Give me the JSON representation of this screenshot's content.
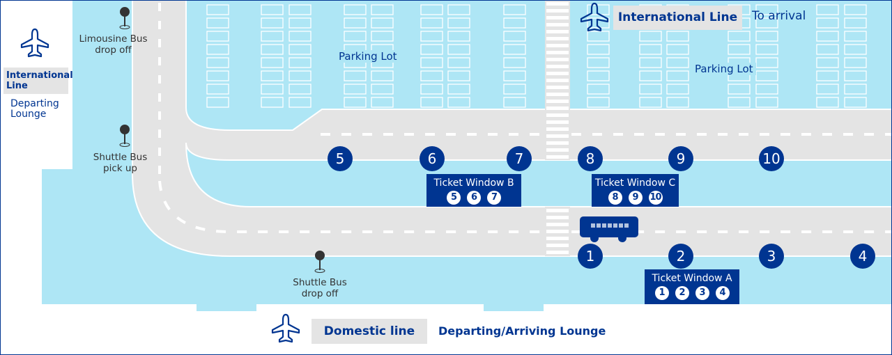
{
  "left_panel": {
    "title": "International Line",
    "subtitle": "Departing Lounge"
  },
  "top_bar": {
    "title": "International Line",
    "link": "To arrival"
  },
  "bottom_bar": {
    "title": "Domestic line",
    "subtitle": "Departing/Arriving Lounge"
  },
  "pins": [
    {
      "label": "Limousine Bus drop off",
      "line1": "Limousine Bus",
      "line2": "drop off"
    },
    {
      "label": "Shuttle Bus pick up",
      "line1": "Shuttle Bus",
      "line2": "pick up"
    },
    {
      "label": "Shuttle Bus drop off",
      "line1": "Shuttle Bus",
      "line2": "drop off"
    }
  ],
  "parking_lots": [
    "Parking Lot",
    "Parking Lot"
  ],
  "stops": [
    "1",
    "2",
    "3",
    "4",
    "5",
    "6",
    "7",
    "8",
    "9",
    "10"
  ],
  "ticket_windows": [
    {
      "label": "Ticket Window B",
      "stops": [
        "5",
        "6",
        "7"
      ]
    },
    {
      "label": "Ticket Window C",
      "stops": [
        "8",
        "9",
        "10"
      ]
    },
    {
      "label": "Ticket Window A",
      "stops": [
        "1",
        "2",
        "3",
        "4"
      ]
    }
  ],
  "colors": {
    "navy": "#003591",
    "water": "#aee6f5",
    "road": "#e4e4e4"
  }
}
